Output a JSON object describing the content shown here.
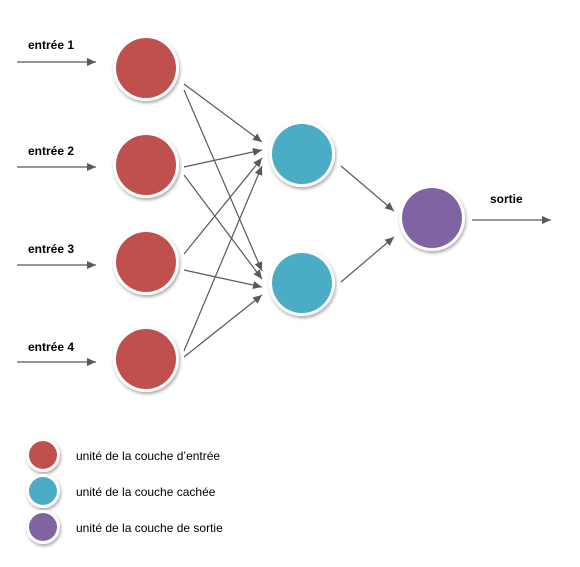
{
  "inputs": [
    "entrée 1",
    "entrée 2",
    "entrée 3",
    "entrée 4"
  ],
  "output_label": "sortie",
  "colors": {
    "input": "#c0504d",
    "hidden": "#4bacc6",
    "output": "#8064a2",
    "arrow": "#595959",
    "ring": "#ffffff"
  },
  "legend": [
    {
      "label": "unité de la couche d’entrée",
      "color_key": "input"
    },
    {
      "label": "unité de la couche cachée",
      "color_key": "hidden"
    },
    {
      "label": "unité de la couche de sortie",
      "color_key": "output"
    }
  ]
}
